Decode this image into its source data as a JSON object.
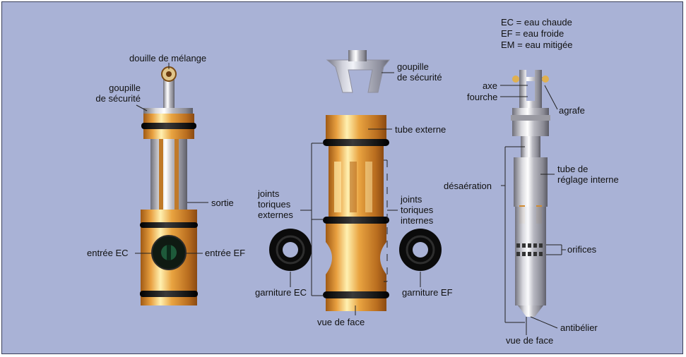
{
  "legend": [
    "EC = eau chaude",
    "EF = eau froide",
    "EM = eau mitigée"
  ],
  "left_cartridge": {
    "douille": "douille de mélange",
    "goupille": [
      "goupille",
      "de sécurité"
    ],
    "sortie": "sortie",
    "entree_ec": "entrée EC",
    "entree_ef": "entrée EF"
  },
  "middle_cartridge": {
    "goupille": [
      "goupille",
      "de sécurité"
    ],
    "tube_externe": "tube externe",
    "joints_externes": [
      "joints",
      "toriques",
      "externes"
    ],
    "joints_internes": [
      "joints",
      "toriques",
      "internes"
    ],
    "garniture_ec": "garniture EC",
    "garniture_ef": "garniture EF",
    "vue_de_face": "vue de face"
  },
  "right_cartridge": {
    "axe": "axe",
    "fourche": "fourche",
    "agrafe": "agrafe",
    "tube_reglage": [
      "tube de",
      "réglage interne"
    ],
    "desaeration": "désaération",
    "orifices": "orifices",
    "antibelier": "antibélier",
    "vue_de_face": "vue de face"
  },
  "colors": {
    "background": "#a9b2d6",
    "brass": "#d89a3a",
    "chrome": "#d8d8dc",
    "oring": "#111111"
  }
}
